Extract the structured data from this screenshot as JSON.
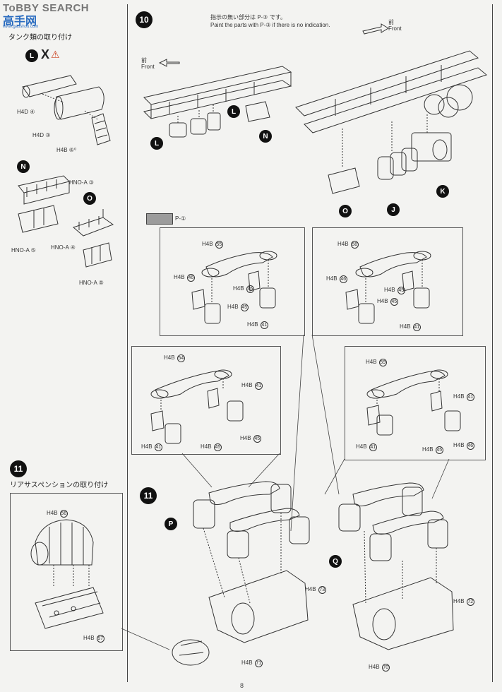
{
  "watermark": {
    "logo_text": "ToBBY SEARCH",
    "cn_text": "高手网",
    "sub_text": "www.gaoshou.com"
  },
  "left_panel": {
    "tank_title": "タンク類の取り付け",
    "tank_markers": {
      "L": "L",
      "X": "X",
      "warn": "⚠"
    },
    "tank_parts": [
      {
        "code": "H4D",
        "num": "④"
      },
      {
        "code": "H4D",
        "num": "③"
      },
      {
        "code": "H4B",
        "num": "⑥⁰"
      }
    ],
    "N_label": "N",
    "N_parts": [
      {
        "code": "HNO-A",
        "num": "③"
      },
      {
        "code": "HNO-A",
        "num": "⑤"
      }
    ],
    "O_label": "O",
    "O_parts": [
      {
        "code": "HNO-A",
        "num": "④"
      },
      {
        "code": "HNO-A",
        "num": "⑤"
      }
    ],
    "step11_num": "11",
    "step11_title": "リアサスペンションの取り付け",
    "step11_parts": [
      {
        "code": "H4B",
        "num": "56"
      },
      {
        "code": "H4B",
        "num": "57"
      }
    ]
  },
  "step10": {
    "num": "10",
    "note_jp": "指示の無い部分は P-③ です。",
    "note_en": "Paint the parts with P-③ if there is no indication.",
    "front_jp": "前",
    "front_en": "Front",
    "labels": [
      "L",
      "L",
      "N",
      "O",
      "J",
      "K"
    ],
    "paint_swatch": "P-①",
    "paint_color": "#9c9c9c"
  },
  "susp_boxes": [
    {
      "parts": [
        {
          "c": "H4B",
          "n": "55"
        },
        {
          "c": "H4B",
          "n": "46"
        },
        {
          "c": "H4B",
          "n": "45"
        },
        {
          "c": "H4B",
          "n": "45"
        },
        {
          "c": "H4B",
          "n": "41"
        }
      ]
    },
    {
      "parts": [
        {
          "c": "H4B",
          "n": "58"
        },
        {
          "c": "H4B",
          "n": "46"
        },
        {
          "c": "H4B",
          "n": "45"
        },
        {
          "c": "H4B",
          "n": "45"
        },
        {
          "c": "H4B",
          "n": "41"
        }
      ]
    },
    {
      "parts": [
        {
          "c": "H4B",
          "n": "54"
        },
        {
          "c": "H4B",
          "n": "41"
        },
        {
          "c": "H4B",
          "n": "41"
        },
        {
          "c": "H4B",
          "n": "45"
        },
        {
          "c": "H4B",
          "n": "45"
        }
      ]
    },
    {
      "parts": [
        {
          "c": "H4B",
          "n": "59"
        },
        {
          "c": "H4B",
          "n": "41"
        },
        {
          "c": "H4B",
          "n": "41"
        },
        {
          "c": "H4B",
          "n": "45"
        },
        {
          "c": "H4B",
          "n": "46"
        }
      ]
    }
  ],
  "step11_main": {
    "num": "11",
    "P_label": "P",
    "Q_label": "Q",
    "parts": [
      {
        "c": "H4B",
        "n": "73"
      },
      {
        "c": "H4B",
        "n": "71"
      },
      {
        "c": "H4B",
        "n": "72"
      },
      {
        "c": "H4B",
        "n": "70"
      }
    ]
  },
  "page_number": "8"
}
